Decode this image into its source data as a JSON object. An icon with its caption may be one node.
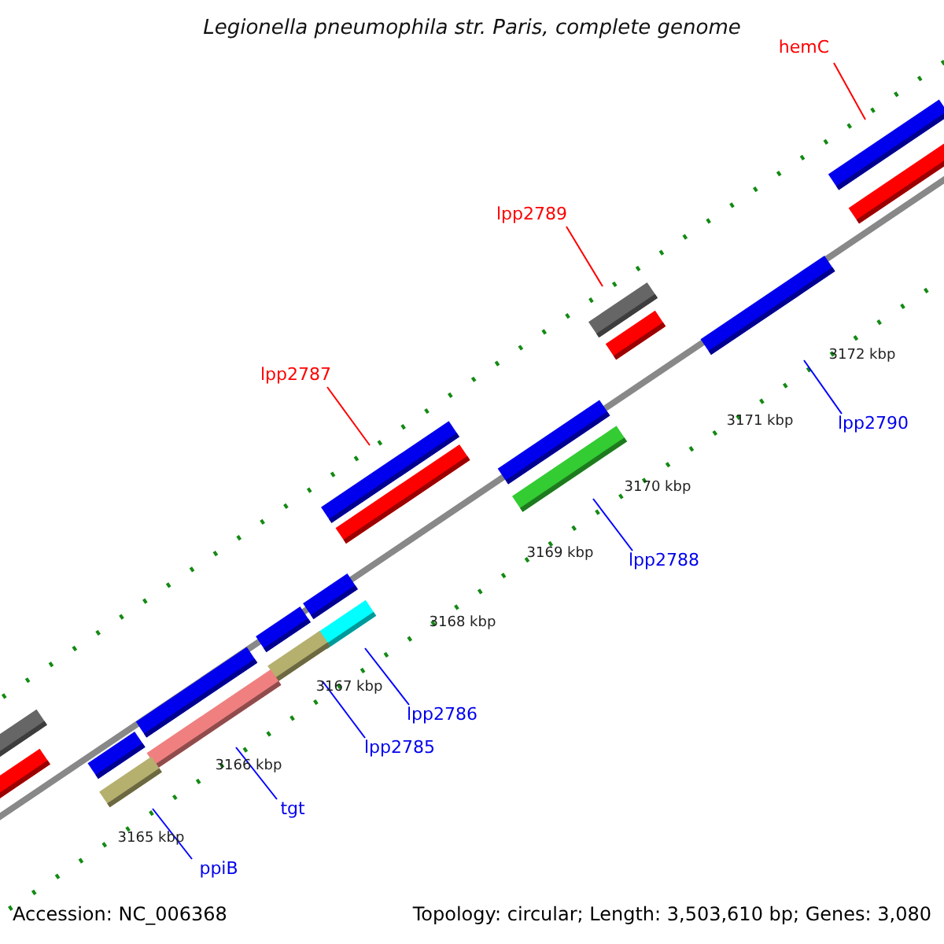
{
  "diagram": {
    "title": "Legionella pneumophila str. Paris, complete genome",
    "nodes": [
      {
        "text": [
          "hemC"
        ]
      },
      {
        "text": [],
        "shape": "bar"
      },
      {
        "text": [
          "lpp2789"
        ]
      },
      {
        "text": [],
        "shape": "bar"
      },
      {
        "text": [
          "lpp2787"
        ]
      },
      {
        "text": [],
        "shape": "bar"
      },
      {
        "text": [
          "lpp2790"
        ]
      },
      {
        "text": [],
        "shape": "bar"
      },
      {
        "text": [
          "lpp2788"
        ]
      },
      {
        "text": [],
        "shape": "bar"
      },
      {
        "text": [
          "lpp2786"
        ]
      },
      {
        "text": [],
        "shape": "bar"
      },
      {
        "text": [
          "lpp2785"
        ]
      },
      {
        "text": [],
        "shape": "bar"
      },
      {
        "text": [
          "tgt"
        ]
      },
      {
        "text": [],
        "shape": "bar"
      },
      {
        "text": [
          "ppiB"
        ]
      },
      {
        "text": [],
        "shape": "bar"
      },
      {
        "text": [],
        "shape": "bar"
      },
      {
        "text": [],
        "shape": "bar"
      },
      {
        "text": [],
        "shape": "bar"
      },
      {
        "text": [],
        "shape": "bar"
      },
      {
        "text": [],
        "shape": "bar"
      },
      {
        "text": [],
        "shape": "bar"
      },
      {
        "text": [],
        "shape": "bar"
      },
      {
        "text": [],
        "shape": "bar"
      },
      {
        "text": [],
        "shape": "bar"
      },
      {
        "text": [],
        "shape": "bar"
      }
    ],
    "edges": [
      {
        "from": 0,
        "to": 1,
        "arrow": "none",
        "color": "#ff0000"
      },
      {
        "from": 2,
        "to": 3,
        "arrow": "none",
        "color": "#ff0000"
      },
      {
        "from": 4,
        "to": 5,
        "arrow": "none",
        "color": "#ff0000"
      },
      {
        "from": 6,
        "to": 7,
        "arrow": "none"
      },
      {
        "from": 8,
        "to": 9,
        "arrow": "none"
      },
      {
        "from": 10,
        "to": 11,
        "arrow": "none"
      },
      {
        "from": 12,
        "to": 13,
        "arrow": "none"
      },
      {
        "from": 14,
        "to": 15,
        "arrow": "none"
      },
      {
        "from": 16,
        "to": 17,
        "arrow": "none"
      }
    ],
    "labels": [
      "3172 kbp",
      "3171 kbp",
      "3170 kbp",
      "3169 kbp",
      "3168 kbp",
      "3167 kbp",
      "3166 kbp",
      "3165 kbp",
      "Accession: NC_006368",
      "Topology: circular; Length: 3,503,610 bp; Genes: 3,080"
    ]
  }
}
